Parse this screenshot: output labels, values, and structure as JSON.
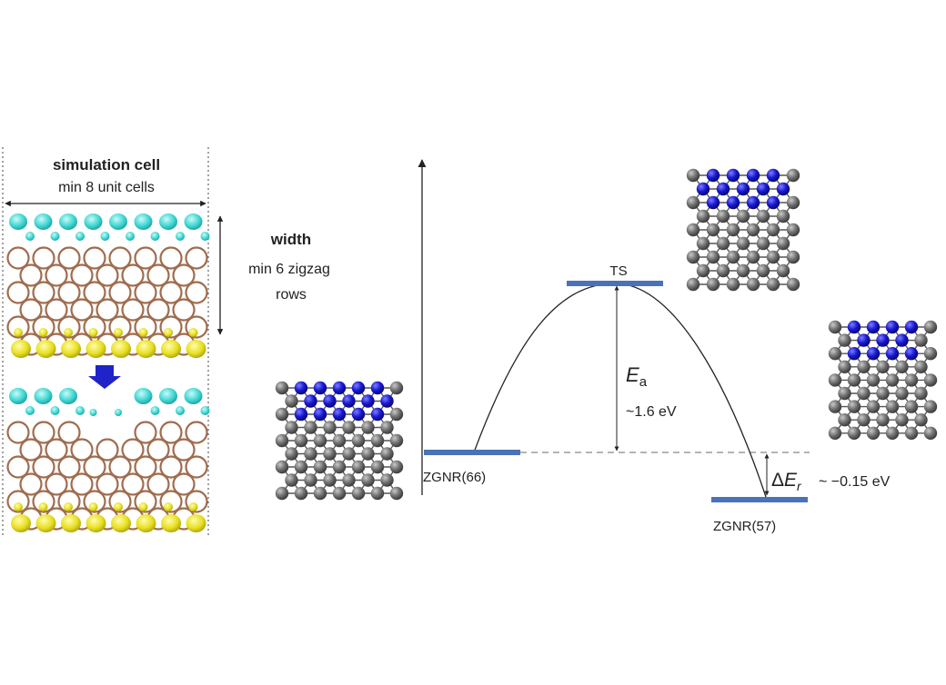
{
  "left_panel": {
    "cell_title": "simulation cell",
    "cell_subtitle": "min 8 unit cells",
    "width_title": "width",
    "width_line1": "min 6 zigzag",
    "width_line2": "rows"
  },
  "energy_diagram": {
    "ts_label": "TS",
    "ea_symbol": "E",
    "ea_subscript": "a",
    "ea_value": "~1.6 eV",
    "initial_state": "ZGNR(66)",
    "final_state": "ZGNR(57)",
    "dE_delta": "Δ",
    "dE_symbol": "E",
    "dE_subscript": "r",
    "dE_value": "~ −0.15 eV"
  },
  "colors": {
    "level": "#4a72b8",
    "nitrogen": "#1a1ad0",
    "carbon": "#6b6b6b",
    "isosurface_cyan": "#38d3d0",
    "isosurface_yellow": "#e6df1e",
    "lattice_bond": "#b07a5a",
    "arrow_blue": "#1f23c8"
  }
}
